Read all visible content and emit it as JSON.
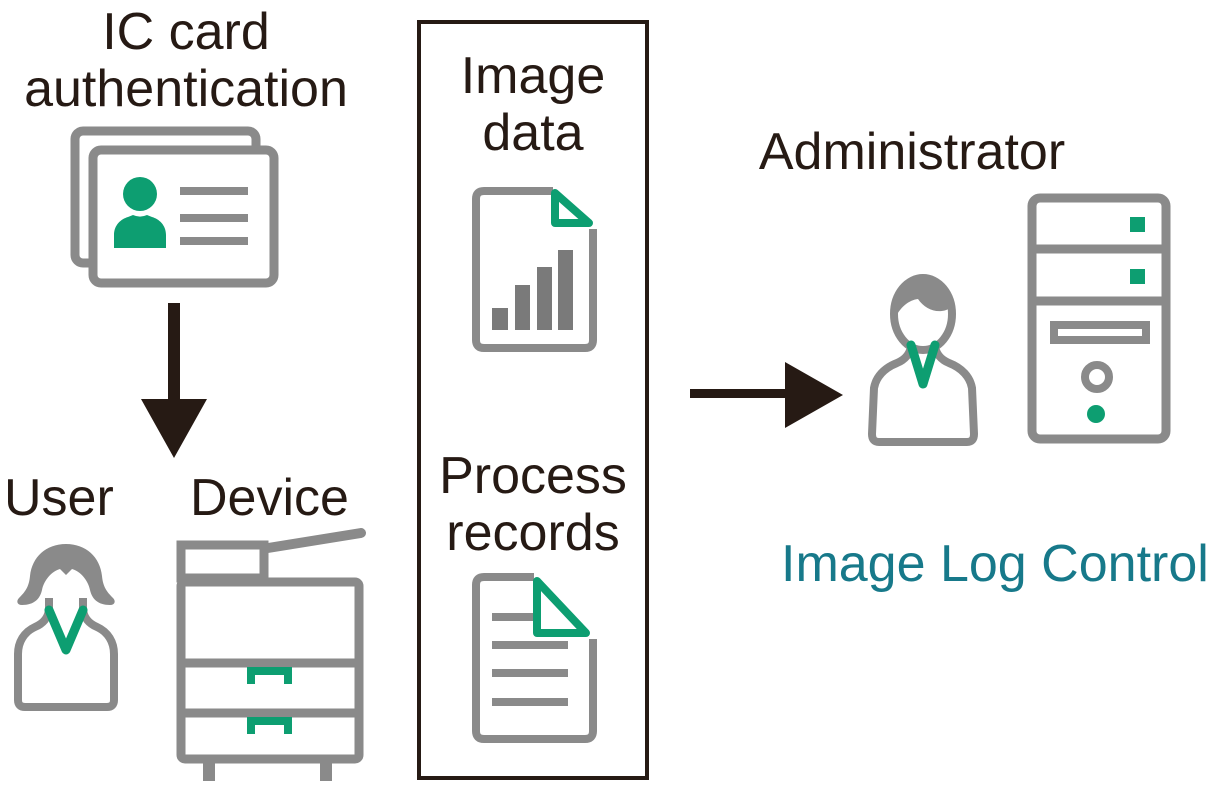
{
  "colors": {
    "dark_text": "#261A14",
    "icon_gray": "#8A8A8A",
    "bar_gray": "#7A7A7A",
    "accent_green": "#0D9E71",
    "product_teal": "#17798A"
  },
  "left_flow": {
    "title": "IC card\nauthentication",
    "card_icon": "id-card-icon",
    "arrow_icon": "down-arrow-icon",
    "user_label": "User",
    "user_icon": "user-person-icon",
    "device_label": "Device",
    "device_icon": "printer-device-icon"
  },
  "data_box": {
    "items": [
      {
        "label": "Image\ndata",
        "icon": "image-data-document-icon"
      },
      {
        "label": "Process\nrecords",
        "icon": "process-records-document-icon"
      }
    ]
  },
  "right_flow": {
    "arrow_icon": "right-arrow-icon",
    "admin_label": "Administrator",
    "admin_icon": "administrator-person-icon",
    "server_icon": "server-tower-icon",
    "product_label": "Image Log Control"
  }
}
